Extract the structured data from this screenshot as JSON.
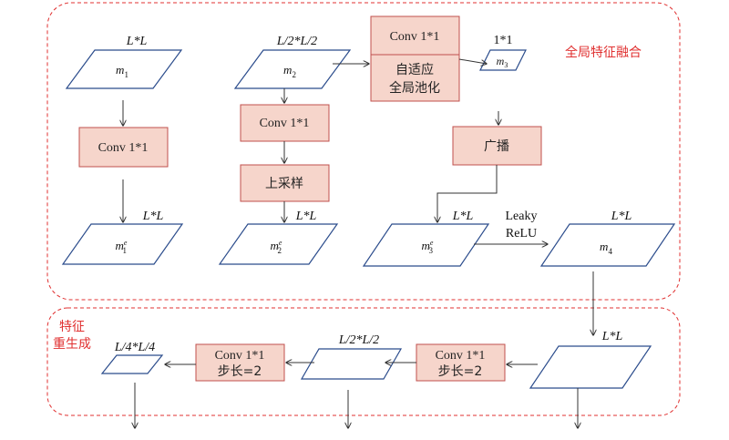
{
  "regions": {
    "global_fusion": "全局特征融合",
    "feature_regen_line1": "特征",
    "feature_regen_line2": "重生成"
  },
  "shapes": {
    "m1": {
      "label": "m",
      "sub": "1",
      "sup": "",
      "size": "L*L"
    },
    "m2": {
      "label": "m",
      "sub": "2",
      "sup": "",
      "size": "L/2*L/2"
    },
    "m3": {
      "label": "m",
      "sub": "3",
      "sup": "",
      "size": "1*1"
    },
    "m1e": {
      "label": "m",
      "sub": "1",
      "sup": "e",
      "size": "L*L"
    },
    "m2e": {
      "label": "m",
      "sub": "2",
      "sup": "e",
      "size": "L*L"
    },
    "m3e": {
      "label": "m",
      "sub": "3",
      "sup": "e",
      "size": "L*L"
    },
    "m4": {
      "label": "m",
      "sub": "4",
      "sup": "",
      "size": "L*L"
    },
    "r1": {
      "size": "L*L"
    },
    "r2": {
      "size": "L/2*L/2"
    },
    "r3": {
      "size": "L/4*L/4"
    }
  },
  "boxes": {
    "conv_m1": {
      "line1": "Conv 1*1",
      "line2": ""
    },
    "conv_m2": {
      "line1": "Conv 1*1",
      "line2": ""
    },
    "upsample": {
      "line1": "上采样",
      "line2": ""
    },
    "conv_top": {
      "line1": "Conv 1*1",
      "line2": ""
    },
    "adaptive_pool": {
      "line1": "自适应",
      "line2": "全局池化"
    },
    "broadcast": {
      "line1": "广播",
      "line2": ""
    },
    "conv_stride_1": {
      "line1": "Conv 1*1",
      "line2": "步长=2"
    },
    "conv_stride_2": {
      "line1": "Conv 1*1",
      "line2": "步长=2"
    }
  },
  "activation": {
    "line1": "Leaky",
    "line2": "ReLU"
  },
  "colors": {
    "region_border": "#e03030",
    "shape_stroke": "#2b4c8c",
    "box_fill": "#f6d5cb",
    "box_stroke": "#c0504d",
    "arrow": "#333333"
  }
}
